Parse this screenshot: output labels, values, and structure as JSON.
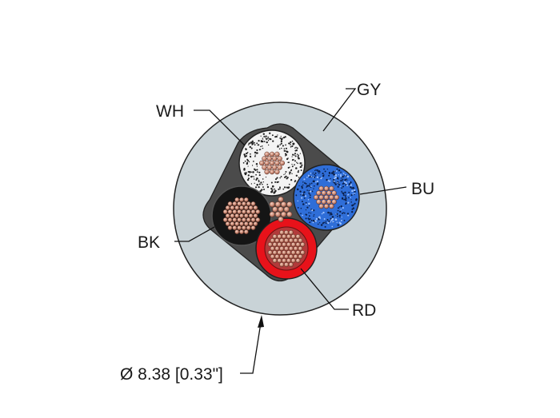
{
  "labels": {
    "gy": "GY",
    "wh": "WH",
    "bu": "BU",
    "bk": "BK",
    "rd": "RD",
    "diameter": "Ø 8.38 [0.33\"]"
  },
  "colors": {
    "jacket": "#c9d3d7",
    "inner_core": "#4b4b4b",
    "white_insulation": "#f3f3f3",
    "blue_insulation": "#2f6ed8",
    "black_insulation": "#151515",
    "red_insulation": "#e8121a",
    "copper": "#c98873"
  }
}
